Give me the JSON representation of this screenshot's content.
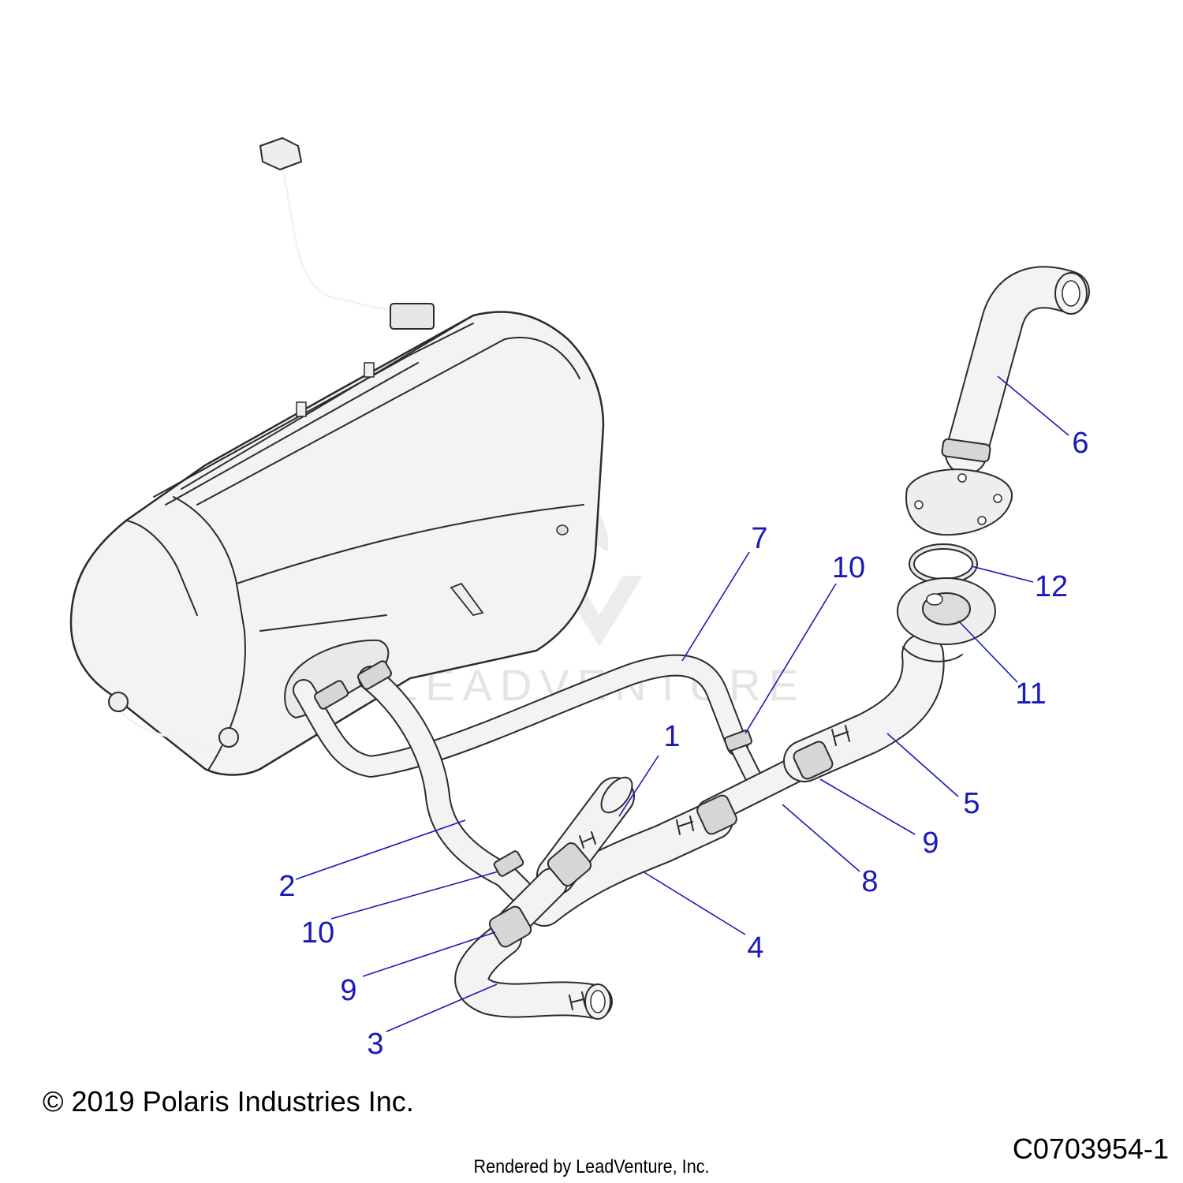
{
  "callouts": [
    {
      "id": "1",
      "text": "1"
    },
    {
      "id": "2",
      "text": "2"
    },
    {
      "id": "3",
      "text": "3"
    },
    {
      "id": "4",
      "text": "4"
    },
    {
      "id": "5",
      "text": "5"
    },
    {
      "id": "6",
      "text": "6"
    },
    {
      "id": "7",
      "text": "7"
    },
    {
      "id": "8",
      "text": "8"
    },
    {
      "id": "9a",
      "text": "9"
    },
    {
      "id": "9b",
      "text": "9"
    },
    {
      "id": "10a",
      "text": "10"
    },
    {
      "id": "10b",
      "text": "10"
    },
    {
      "id": "11",
      "text": "11"
    },
    {
      "id": "12",
      "text": "12"
    }
  ],
  "watermark": "LEADVENTURE",
  "copyright": "© 2019 Polaris Industries Inc.",
  "drawing_id": "C0703954-1",
  "rendered_by": "Rendered by LeadVenture, Inc.",
  "colors": {
    "callout": "#1a1ab8",
    "line": "#2b2b2b",
    "part_fill": "#f3f3f3"
  }
}
